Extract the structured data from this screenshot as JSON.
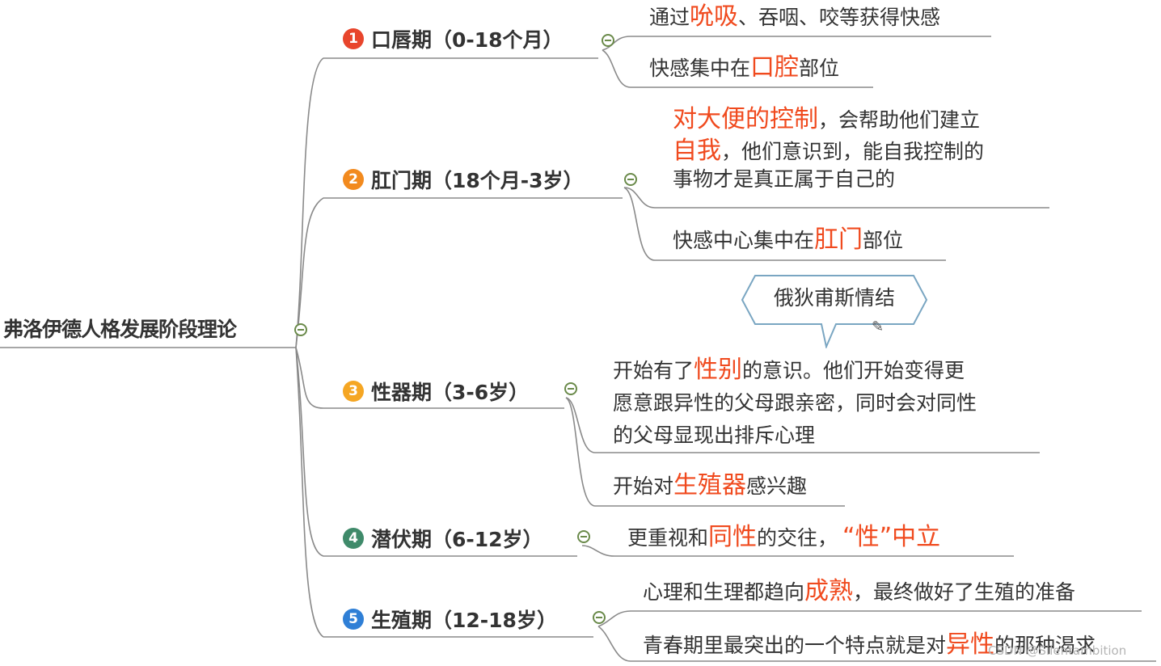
{
  "root": {
    "label": "弗洛伊德人格发展阶段理论"
  },
  "stages": [
    {
      "num": "1",
      "color": "#e8452c",
      "label": "口唇期（0-18个月）",
      "leaves": [
        [
          "通过",
          {
            "hl": "吮吸"
          },
          "、吞咽、咬等获得快感"
        ],
        [
          "快感集中在",
          {
            "hl": "口腔"
          },
          "部位"
        ]
      ]
    },
    {
      "num": "2",
      "color": "#f28a1e",
      "label": "肛门期（18个月-3岁）",
      "leaves": [
        [
          {
            "hl": "对大便的控制"
          },
          "，会帮助他们建立"
        ],
        [
          {
            "hl": "自我"
          },
          "，他们意识到，能自我控制的"
        ],
        [
          "事物才是真正属于自己的"
        ],
        [
          "快感中心集中在",
          {
            "hl": "肛门"
          },
          "部位"
        ]
      ]
    },
    {
      "num": "3",
      "color": "#f5a623",
      "label": "性器期（3-6岁）",
      "leaves": [
        [
          "开始有了",
          {
            "hl": "性别"
          },
          "的意识。他们开始变得更"
        ],
        [
          "愿意跟异性的父母跟亲密，同时会对同性"
        ],
        [
          "的父母显现出排斥心理"
        ],
        [
          "开始对",
          {
            "hl": "生殖器"
          },
          "感兴趣"
        ]
      ]
    },
    {
      "num": "4",
      "color": "#3f8a6a",
      "label": "潜伏期（6-12岁）",
      "leaves": [
        [
          "更重视和",
          {
            "hl": "同性"
          },
          "的交往，",
          {
            "hl": "“性”中立"
          }
        ]
      ]
    },
    {
      "num": "5",
      "color": "#2f7fd6",
      "label": "生殖期（12-18岁）",
      "leaves": [
        [
          "心理和生理都趋向",
          {
            "hl": "成熟"
          },
          "，最终做好了生殖的准备"
        ],
        [
          "青春期里最突出的一个特点就是对",
          {
            "hl": "异性"
          },
          "的那种渴求"
        ]
      ]
    }
  ],
  "callout": {
    "label": "俄狄甫斯情结"
  },
  "watermark": "CSDN @Silentambition",
  "colors": {
    "highlight": "#f04a1e",
    "line": "#7a7a7a",
    "toggle": "#6a8a4a"
  }
}
